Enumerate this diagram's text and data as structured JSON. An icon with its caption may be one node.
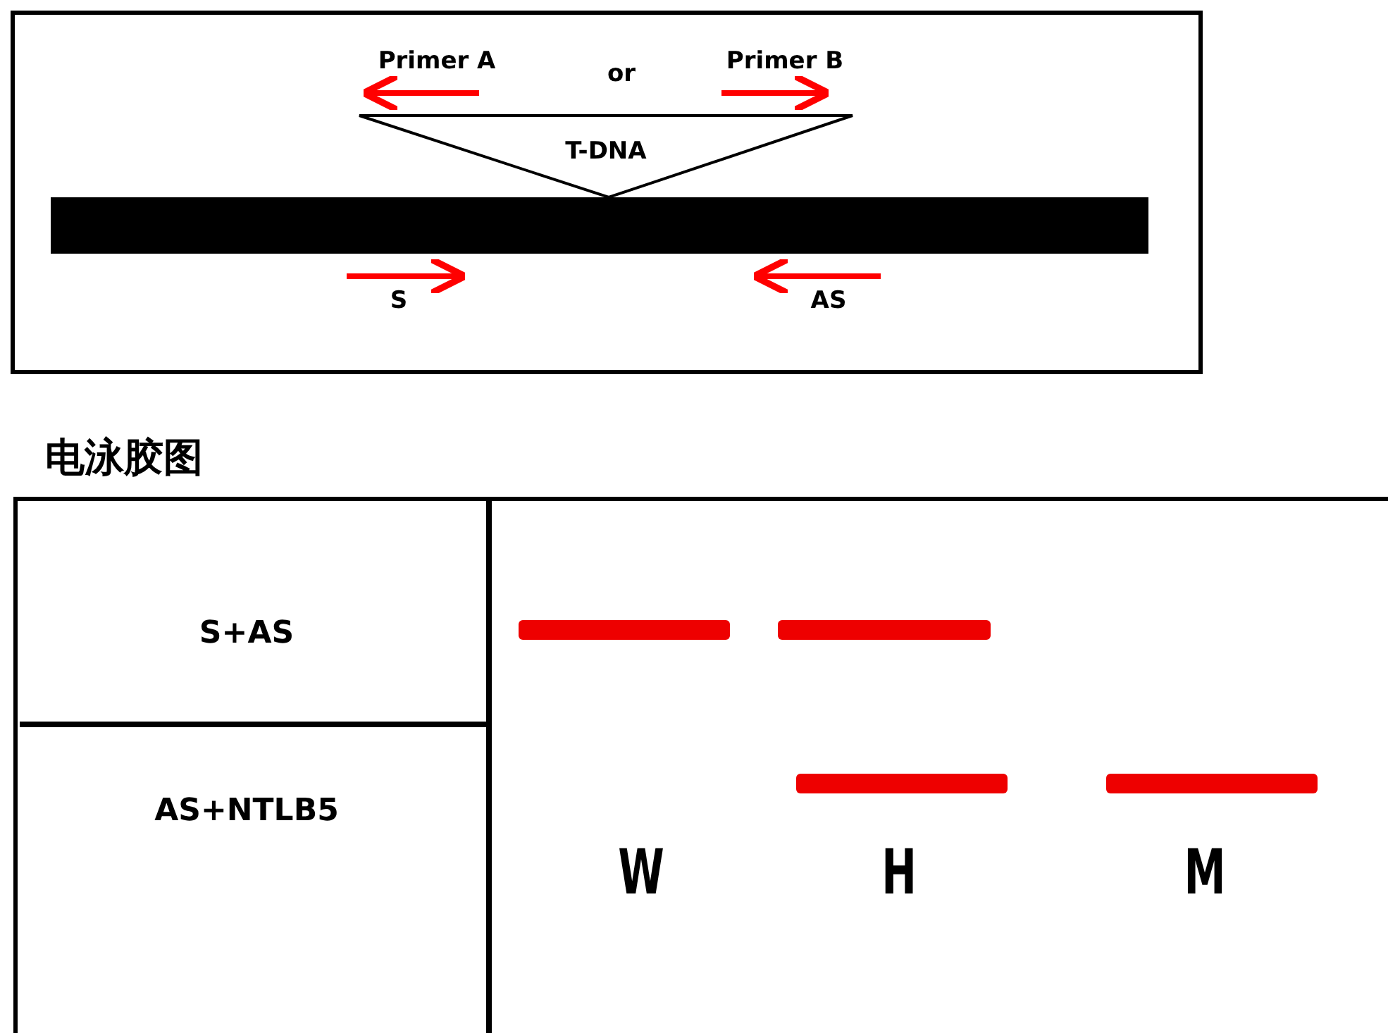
{
  "diagram": {
    "nodes": [
      {
        "text": [],
        "shape": "bar"
      },
      {
        "text": [],
        "shape": "bar"
      },
      {
        "text": [],
        "shape": "bar"
      },
      {
        "text": [],
        "shape": "bar"
      },
      {
        "text": [],
        "shape": "bar"
      }
    ],
    "labels": [
      "Primer A",
      "or",
      "Primer B",
      "T-DNA",
      "S",
      "AS",
      "电泳胶图",
      "S+AS",
      "AS+NTLB5",
      "W",
      "H",
      "M"
    ]
  }
}
